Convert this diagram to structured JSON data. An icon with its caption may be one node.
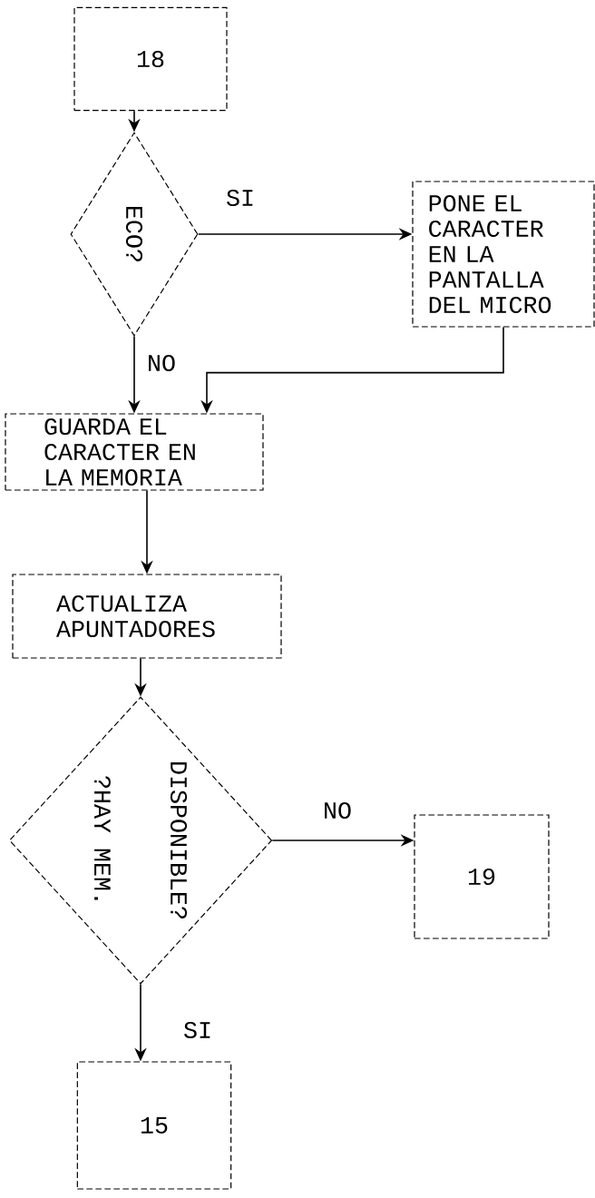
{
  "diagram": {
    "nodes": [
      {
        "text": [
          "18"
        ]
      },
      {
        "text": [
          "ECO?"
        ]
      },
      {
        "text": [
          "PONE EL CARACTER EN LA PANTALLA DEL MICRO"
        ]
      },
      {
        "text": [
          "GUARDA EL CARACTER EN LA MEMORIA"
        ]
      },
      {
        "text": [
          "ACTUALIZA APUNTADORES"
        ]
      },
      {
        "text": [
          "?HAY MEM.",
          "DISPONIBLE?"
        ]
      },
      {
        "text": [
          "19"
        ]
      },
      {
        "text": [
          "15"
        ]
      }
    ],
    "edges": [
      {
        "from": 0,
        "to": 1,
        "arrow": "to"
      },
      {
        "from": 1,
        "to": 2,
        "arrow": "to",
        "label": "SI"
      },
      {
        "from": 1,
        "to": 3,
        "arrow": "to",
        "label": "NO"
      },
      {
        "from": 2,
        "to": 3,
        "arrow": "to"
      },
      {
        "from": 3,
        "to": 4,
        "arrow": "to"
      },
      {
        "from": 4,
        "to": 5,
        "arrow": "to"
      },
      {
        "from": 5,
        "to": 6,
        "arrow": "to",
        "label": "NO"
      },
      {
        "from": 5,
        "to": 7,
        "arrow": "to",
        "label": "SI"
      }
    ]
  }
}
